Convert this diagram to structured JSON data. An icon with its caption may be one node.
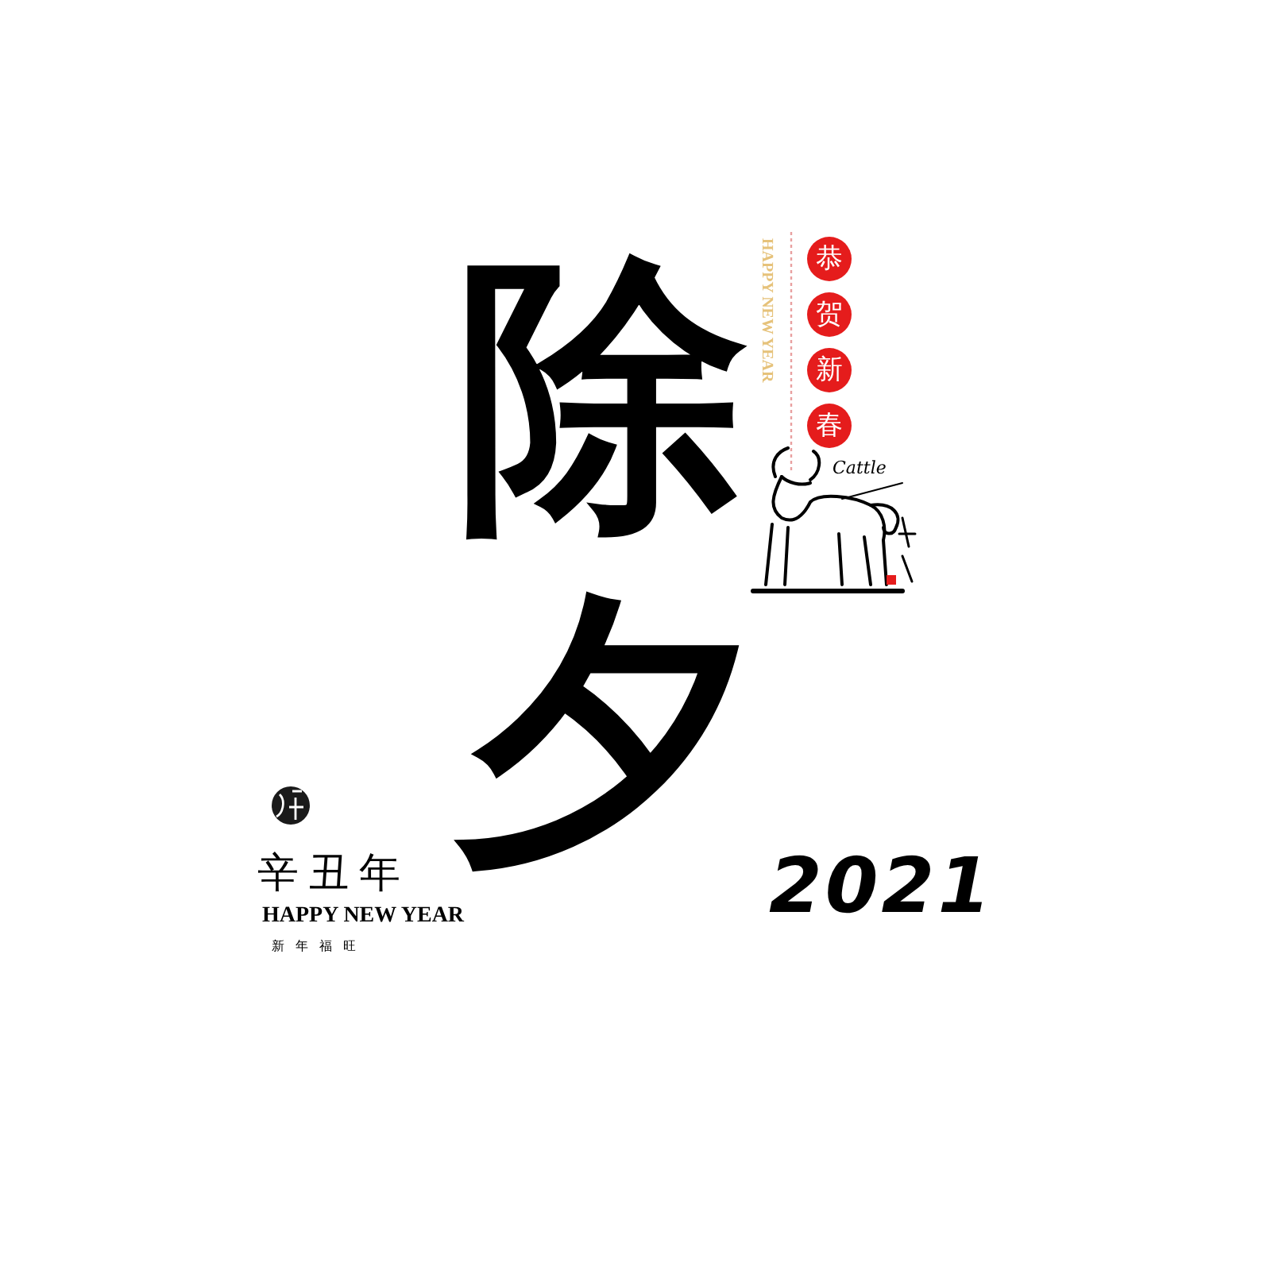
{
  "diagram": {
    "nodes": [
      {
        "text": [
          "恭"
        ]
      },
      {
        "text": [
          "贺"
        ]
      },
      {
        "text": [
          "新"
        ]
      },
      {
        "text": [
          "春"
        ]
      }
    ],
    "labels": [
      "除夕",
      "HAPPY NEW YEAR",
      "Cattle",
      "2021",
      "辛丑年",
      "HAPPY NEW YEAR",
      "新年福旺"
    ]
  }
}
